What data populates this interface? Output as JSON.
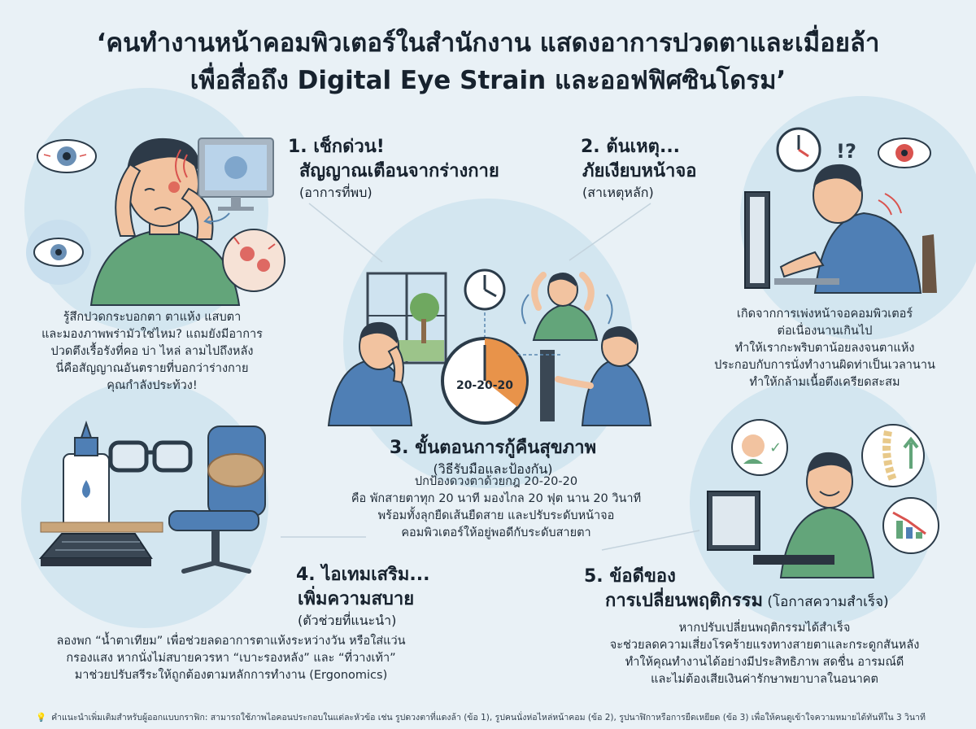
{
  "title": {
    "line1": "‘คนทำงานหน้าคอมพิวเตอร์ในสำนักงาน แสดงอาการปวดตาและเมื่อยล้า",
    "line2": "เพื่อสื่อถึง Digital Eye Strain และออฟฟิศซินโดรม’"
  },
  "sections": {
    "s1": {
      "heading1": "1. เช็กด่วน!",
      "heading2": "สัญญาณเตือนจากร่างกาย",
      "sub": "(อาการที่พบ)",
      "body": [
        "รู้สึกปวดกระบอกตา ตาแห้ง แสบตา",
        "และมองภาพพร่ามัวใช่ไหม? แถมยังมีอาการ",
        "ปวดตึงเรื้อรังที่คอ บ่า ไหล่ ลามไปถึงหลัง",
        "นี่คือสัญญาณอันตรายที่บอกว่าร่างกาย",
        "คุณกำลังประท้วง!"
      ]
    },
    "s2": {
      "heading1": "2. ต้นเหตุ...",
      "heading2": "ภัยเงียบหน้าจอ",
      "sub": "(สาเหตุหลัก)",
      "body": [
        "เกิดจากการเพ่งหน้าจอคอมพิวเตอร์",
        "ต่อเนื่องนานเกินไป",
        "ทำให้เรากะพริบตาน้อยลงจนตาแห้ง",
        "ประกอบกับการนั่งทำงานผิดท่าเป็นเวลานาน",
        "ทำให้กล้ามเนื้อตึงเครียดสะสม"
      ]
    },
    "s3": {
      "heading1": "3. ขั้นตอนการกู้คืนสุขภาพ",
      "sub": "(วิธีรับมือและป้องกัน)",
      "clock_label": "20-20-20",
      "body": [
        "ปกป้องดวงตาด้วยกฎ 20-20-20",
        "คือ พักสายตาทุก 20 นาที มองไกล 20 ฟุต นาน 20 วินาที",
        "พร้อมทั้งลุกยืดเส้นยืดสาย และปรับระดับหน้าจอ",
        "คอมพิวเตอร์ให้อยู่พอดีกับระดับสายตา"
      ]
    },
    "s4": {
      "heading1": "4. ไอเทมเสริม...",
      "heading2": "เพิ่มความสบาย",
      "sub": "(ตัวช่วยที่แนะนำ)",
      "body": [
        "ลองพก “น้ำตาเทียม” เพื่อช่วยลดอาการตาแห้งระหว่างวัน หรือใส่แว่น",
        "กรองแสง หากนั่งไม่สบายควรหา “เบาะรองหลัง” และ “ที่วางเท้า”",
        "มาช่วยปรับสรีระให้ถูกต้องตามหลักการทำงาน (Ergonomics)"
      ]
    },
    "s5": {
      "heading1": "5. ข้อดีของ",
      "heading2": "การเปลี่ยนพฤติกรรม",
      "heading2_sub": " (โอกาสความสำเร็จ)",
      "body": [
        "หากปรับเปลี่ยนพฤติกรรมได้สำเร็จ",
        "จะช่วยลดความเสี่ยงโรคร้ายแรงทางสายตาและกระดูกสันหลัง",
        "ทำให้คุณทำงานได้อย่างมีประสิทธิภาพ สดชื่น อารมณ์ดี",
        "และไม่ต้องเสียเงินค่ารักษาพยาบาลในอนาคต"
      ]
    }
  },
  "footer": "คำแนะนำเพิ่มเติมสำหรับผู้ออกแบบกราฟิก: สามารถใช้ภาพไอคอนประกอบในแต่ละหัวข้อ เช่น รูปดวงตาที่แดงล้า (ข้อ 1), รูปคนนั่งห่อไหล่หน้าคอม (ข้อ 2), รูปนาฬิกาหรือการยืดเหยียด (ข้อ 3) เพื่อให้คนดูเข้าใจความหมายได้ทันทีใน 3 วินาที",
  "icons": {
    "alert": "!?",
    "check": "✓",
    "bulb": "💡"
  },
  "colors": {
    "background": "#e9f1f6",
    "circle": "#d3e6f0",
    "shirt_green": "#63a57a",
    "shirt_blue": "#4f7fb5",
    "skin": "#f2c3a0",
    "hair": "#2d3a48",
    "red": "#d9534f",
    "orange": "#e8934a"
  }
}
